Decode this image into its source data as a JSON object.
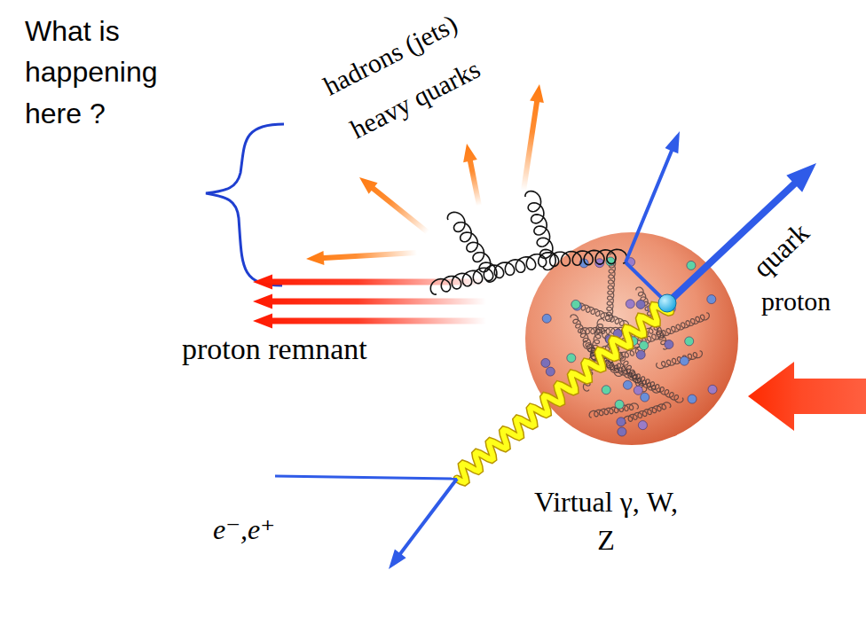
{
  "diagram": {
    "labels": [
      "What is happening here ?",
      "hadrons (jets)",
      "heavy quarks",
      "quark",
      "proton",
      "proton remnant",
      "e⁻,e⁺",
      "Virtual γ, W, Z"
    ]
  }
}
